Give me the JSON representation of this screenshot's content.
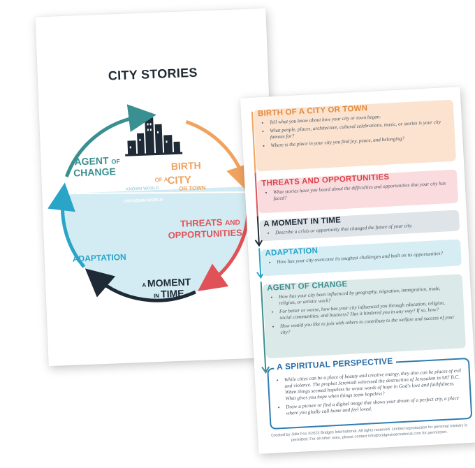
{
  "front": {
    "title": "CITY STORIES",
    "labels": {
      "birth_1": "BIRTH",
      "birth_2": "OF A",
      "birth_3": "CITY",
      "birth_4": "OR TOWN",
      "agent_1": "AGENT",
      "agent_2": "OF",
      "agent_3": "CHANGE",
      "known": "KNOWN WORLD",
      "unknown": "UNKNOWN WORLD",
      "threats_1": "THREATS",
      "threats_2": "AND",
      "threats_3": "OPPORTUNITIES",
      "adaptation": "ADAPTATION",
      "moment_1": "A",
      "moment_2": "MOMENT",
      "moment_3": "IN",
      "moment_4": "TIME"
    },
    "colors": {
      "birth": "#f0a35e",
      "threats": "#e05257",
      "moment": "#1e2b36",
      "adaptation": "#2aa5c8",
      "agent": "#3a8f90",
      "water": "#d3ebf2"
    }
  },
  "back": {
    "sections": [
      {
        "key": "birth",
        "title": "BIRTH OF A CITY OR TOWN",
        "bullets": [
          "Tell what you know about how your city or town began.",
          "What people, places, architecture, cultural celebrations, music, or stories is your city famous for?",
          "Where is the place in your city you find joy, peace, and belonging?"
        ]
      },
      {
        "key": "threats",
        "title": "THREATS AND OPPORTUNITIES",
        "bullets": [
          "What stories have you heard about the difficulties and opportunities that your city has faced?"
        ]
      },
      {
        "key": "moment",
        "title": "A MOMENT IN TIME",
        "bullets": [
          "Describe a crisis or opportunity that changed the future of your city."
        ]
      },
      {
        "key": "adapt",
        "title": "ADAPTATION",
        "bullets": [
          "How has your city overcome its toughest challenges and built on its opportunities?"
        ]
      },
      {
        "key": "agent",
        "title": "AGENT OF CHANGE",
        "bullets": [
          "How has your city been influenced by geography, migration, immigration, trade, religion, or artistic work?",
          "For better or worse, how has your city influenced you through education, religion, social communities, and business? Has it hindered you in any way? If so, how?",
          "How would you like to join with others to contribute to the welfare and success of your city?"
        ]
      },
      {
        "key": "spirit",
        "title": "A SPIRITUAL PERSPECTIVE",
        "bullets": [
          "While cities can be a place of beauty and creative energy, they also can be places of evil and violence. The prophet Jeremiah witnessed the destruction of Jerusalem in 587 B.C. When things seemed hopeless he wrote words of hope in God's love and faithfulness. What gives you hope when things seem hopeless?",
          "Draw a picture or find a digital image that shows your dream of a perfect city, a place where you gladly call home and feel loved."
        ]
      }
    ],
    "footer": "Created by Jolie Fox ©2023 Bridges International. All rights reserved.  Limited reproduction for personal ministry is permitted. For all other uses, please contact info@bridgesinternational.com for permission."
  }
}
